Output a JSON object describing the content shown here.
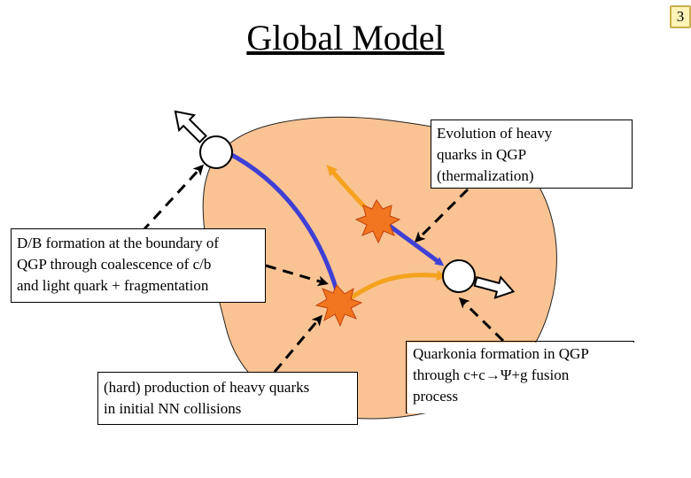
{
  "slide": {
    "title": "Global Model",
    "page_number": "3"
  },
  "callouts": {
    "evolution": [
      "Evolution of heavy",
      "quarks in QGP",
      "(thermalization)"
    ],
    "dbform": [
      "D/B formation at the boundary of",
      "QGP through coalescence of c/b",
      "and light quark + fragmentation"
    ],
    "hard": [
      "(hard) production of heavy quarks",
      "in initial NN collisions"
    ],
    "quarkonia": [
      "Quarkonia formation in QGP",
      "through c+c→Ψ+g fusion",
      "process"
    ]
  },
  "colors": {
    "qgp_blob": "#f9c393",
    "heavy_quark_track": "#3f3fd6",
    "light_track": "#f5a21e",
    "vertex_burst": "#f2761f",
    "page_badge": "#fff3b8"
  }
}
